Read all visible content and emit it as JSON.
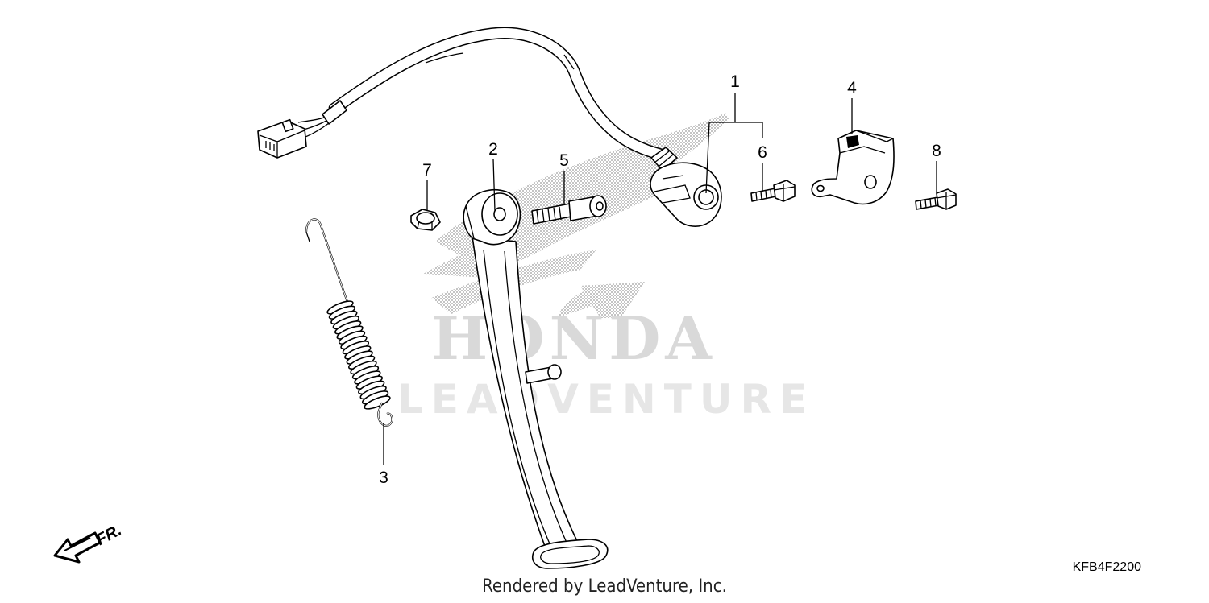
{
  "diagram": {
    "watermark_brand": "HONDA",
    "watermark_publisher": "LEADVENTURE",
    "footer_text": "Rendered by LeadVenture, Inc.",
    "diagram_code": "KFB4F2200",
    "direction_label": "FR."
  },
  "parts": [
    {
      "callout": "1",
      "name": "side stand switch"
    },
    {
      "callout": "2",
      "name": "side stand"
    },
    {
      "callout": "3",
      "name": "side stand spring"
    },
    {
      "callout": "4",
      "name": "bracket"
    },
    {
      "callout": "5",
      "name": "pivot bolt"
    },
    {
      "callout": "6",
      "name": "bolt"
    },
    {
      "callout": "7",
      "name": "nut"
    },
    {
      "callout": "8",
      "name": "bolt"
    }
  ]
}
